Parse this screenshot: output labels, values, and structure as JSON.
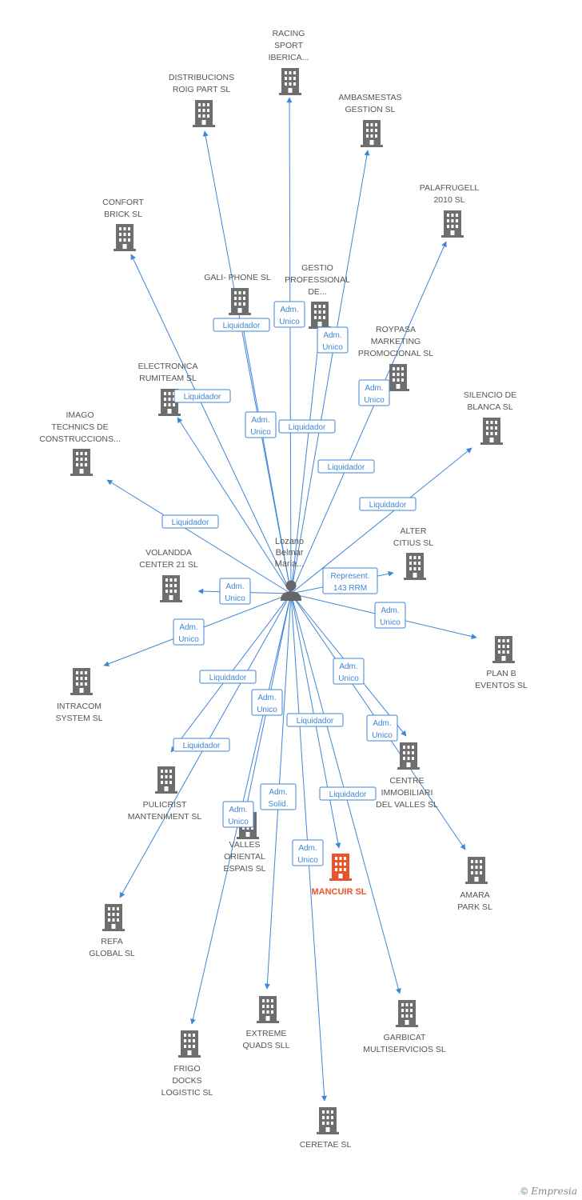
{
  "person": {
    "lines": [
      "Lozano",
      "Belmar",
      "Maria..."
    ]
  },
  "companies": [
    {
      "id": "racing",
      "lines": [
        "RACING",
        "SPORT",
        "IBERICA..."
      ]
    },
    {
      "id": "distribucions",
      "lines": [
        "DISTRIBUCIONS",
        "ROIG PART SL"
      ]
    },
    {
      "id": "ambasmestas",
      "lines": [
        "AMBASMESTAS",
        "GESTION SL"
      ]
    },
    {
      "id": "palafrugell",
      "lines": [
        "PALAFRUGELL",
        "2010 SL"
      ]
    },
    {
      "id": "confort",
      "lines": [
        "CONFORT",
        "BRICK SL"
      ]
    },
    {
      "id": "galiphone",
      "lines": [
        "GALI- PHONE SL"
      ]
    },
    {
      "id": "gestio",
      "lines": [
        "GESTIO",
        "PROFESSIONAL",
        "DE..."
      ]
    },
    {
      "id": "roypasa",
      "lines": [
        "ROYPASA",
        "MARKETING",
        "PROMOCIONAL SL"
      ]
    },
    {
      "id": "electronica",
      "lines": [
        "ELECTRONICA",
        "RUMITEAM SL"
      ]
    },
    {
      "id": "silencio",
      "lines": [
        "SILENCIO DE",
        "BLANCA SL"
      ]
    },
    {
      "id": "imago",
      "lines": [
        "IMAGO",
        "TECHNICS DE",
        "CONSTRUCCIONS..."
      ]
    },
    {
      "id": "alter",
      "lines": [
        "ALTER",
        "CITIUS  SL"
      ]
    },
    {
      "id": "volandda",
      "lines": [
        "VOLANDDA",
        "CENTER 21 SL"
      ]
    },
    {
      "id": "planb",
      "lines": [
        "PLAN B",
        "EVENTOS SL"
      ]
    },
    {
      "id": "intracom",
      "lines": [
        "INTRACOM",
        "SYSTEM SL"
      ]
    },
    {
      "id": "centre",
      "lines": [
        "CENTRE",
        "IMMOBILIARI",
        "DEL VALLES SL"
      ]
    },
    {
      "id": "pulicrist",
      "lines": [
        "PULICRIST",
        "MANTENIMENT SL"
      ]
    },
    {
      "id": "valles",
      "lines": [
        "VALLES",
        "ORIENTAL",
        "ESPAIS SL"
      ]
    },
    {
      "id": "mancuir",
      "lines": [
        "MANCUIR SL"
      ],
      "main": true
    },
    {
      "id": "amara",
      "lines": [
        "AMARA",
        "PARK SL"
      ]
    },
    {
      "id": "refa",
      "lines": [
        "REFA",
        "GLOBAL SL"
      ]
    },
    {
      "id": "extreme",
      "lines": [
        "EXTREME",
        "QUADS SLL"
      ]
    },
    {
      "id": "garbicat",
      "lines": [
        "GARBICAT",
        "MULTISERVICIOS SL"
      ]
    },
    {
      "id": "frigo",
      "lines": [
        "FRIGO",
        "DOCKS",
        "LOGISTIC SL"
      ]
    },
    {
      "id": "ceretae",
      "lines": [
        "CERETAE SL"
      ]
    }
  ],
  "relations": [
    {
      "target": "racing",
      "role": [
        "Adm.",
        "Unico"
      ]
    },
    {
      "target": "distribucions",
      "role": [
        "Liquidador"
      ]
    },
    {
      "target": "ambasmestas",
      "role": [
        "Adm.",
        "Unico"
      ]
    },
    {
      "target": "palafrugell",
      "role": [
        "Adm.",
        "Unico"
      ]
    },
    {
      "target": "confort",
      "role": [
        "Adm.",
        "Unico"
      ]
    },
    {
      "target": "galiphone",
      "role": [
        "Liquidador"
      ]
    },
    {
      "target": "gestio",
      "role": [
        "Liquidador"
      ]
    },
    {
      "target": "electronica",
      "role": [
        "Liquidador"
      ]
    },
    {
      "target": "silencio",
      "role": [
        "Liquidador"
      ]
    },
    {
      "target": "imago",
      "role": [
        "Liquidador"
      ]
    },
    {
      "target": "alter",
      "role": [
        "Represent.",
        "143 RRM"
      ]
    },
    {
      "target": "volandda",
      "role": [
        "Adm.",
        "Unico"
      ]
    },
    {
      "target": "planb",
      "role": [
        "Adm.",
        "Unico"
      ]
    },
    {
      "target": "intracom",
      "role": [
        "Adm.",
        "Unico"
      ]
    },
    {
      "target": "amara",
      "role": [
        "Adm.",
        "Unico"
      ]
    },
    {
      "target": "centre",
      "role": [
        "Adm.",
        "Unico"
      ]
    },
    {
      "target": "refa",
      "role": [
        "Liquidador"
      ]
    },
    {
      "target": "pulicrist",
      "role": [
        "Liquidador"
      ]
    },
    {
      "target": "valles",
      "role": [
        "Adm.",
        "Unico"
      ]
    },
    {
      "target": "extreme",
      "role": [
        "Adm.",
        "Solid."
      ]
    },
    {
      "target": "garbicat",
      "role": [
        "Liquidador"
      ]
    },
    {
      "target": "mancuir",
      "role": [
        "Liquidador"
      ]
    },
    {
      "target": "frigo",
      "role": [
        "Adm.",
        "Unico"
      ]
    },
    {
      "target": "ceretae",
      "role": [
        "Adm.",
        "Unico"
      ]
    }
  ],
  "colors": {
    "edge": "#3f86d6",
    "building": "#6e6e6e",
    "main_building": "#e8542b",
    "person": "#666666"
  },
  "footer": {
    "copyright_symbol": "©",
    "brand": "Empresia"
  }
}
